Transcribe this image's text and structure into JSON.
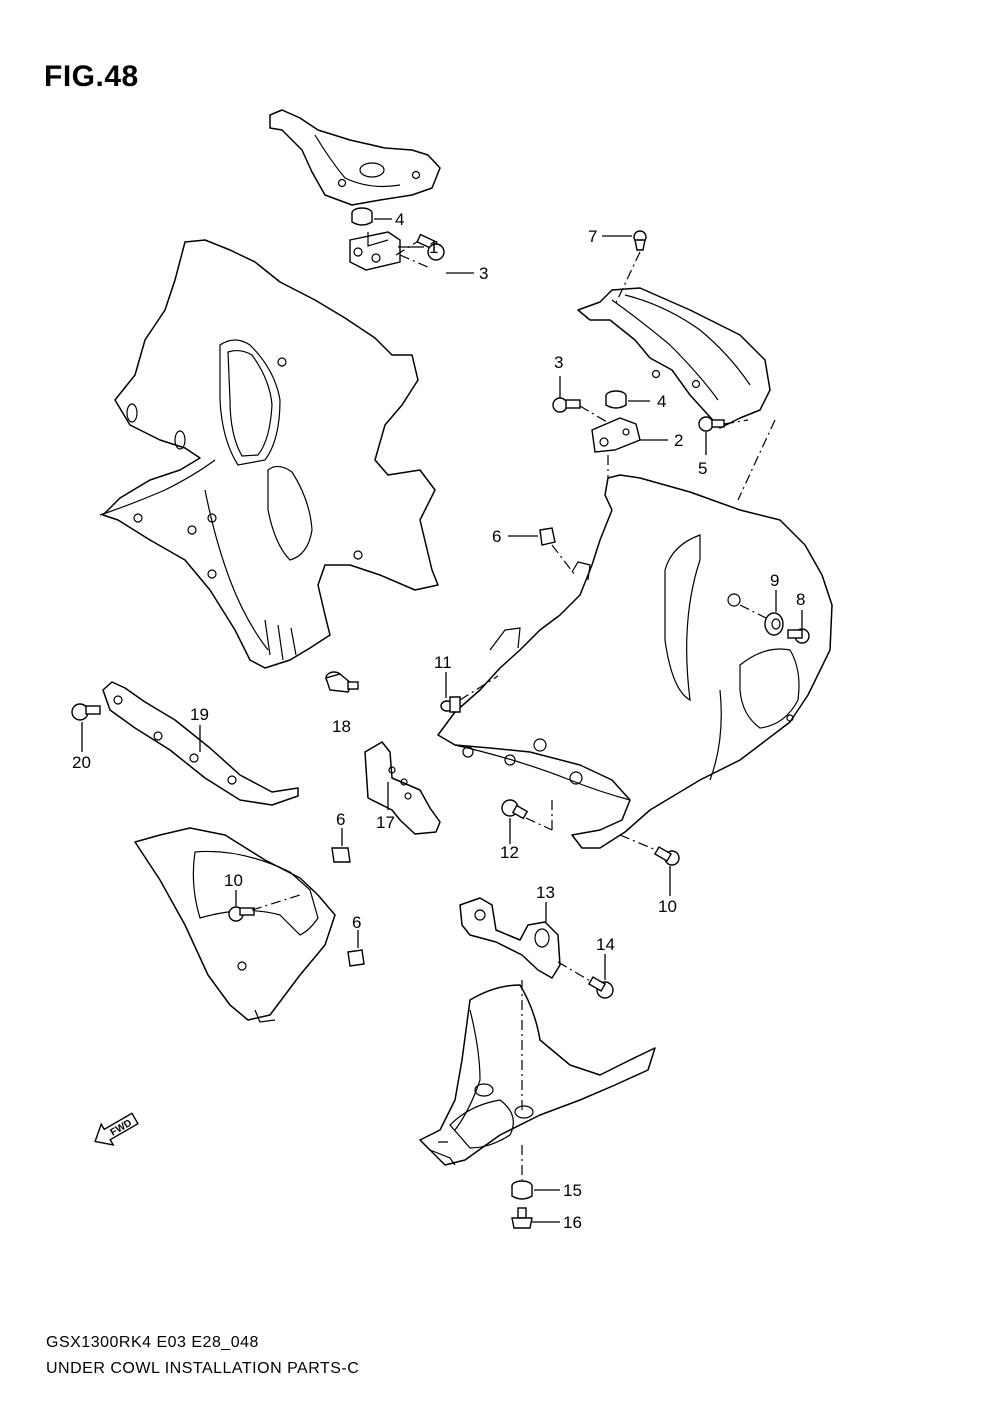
{
  "figure": {
    "title": "FIG.48",
    "code": "GSX1300RK4 E03 E28_048",
    "name": "UNDER COWL INSTALLATION PARTS-C",
    "fwd_label": "FWD"
  },
  "callouts": [
    {
      "id": "c1",
      "label": "1"
    },
    {
      "id": "c2",
      "label": "2"
    },
    {
      "id": "c3a",
      "label": "3"
    },
    {
      "id": "c3b",
      "label": "3"
    },
    {
      "id": "c4a",
      "label": "4"
    },
    {
      "id": "c4b",
      "label": "4"
    },
    {
      "id": "c5",
      "label": "5"
    },
    {
      "id": "c6a",
      "label": "6"
    },
    {
      "id": "c6b",
      "label": "6"
    },
    {
      "id": "c6c",
      "label": "6"
    },
    {
      "id": "c7",
      "label": "7"
    },
    {
      "id": "c8",
      "label": "8"
    },
    {
      "id": "c9",
      "label": "9"
    },
    {
      "id": "c10a",
      "label": "10"
    },
    {
      "id": "c10b",
      "label": "10"
    },
    {
      "id": "c11",
      "label": "11"
    },
    {
      "id": "c12",
      "label": "12"
    },
    {
      "id": "c13",
      "label": "13"
    },
    {
      "id": "c14",
      "label": "14"
    },
    {
      "id": "c15",
      "label": "15"
    },
    {
      "id": "c16",
      "label": "16"
    },
    {
      "id": "c17",
      "label": "17"
    },
    {
      "id": "c18",
      "label": "18"
    },
    {
      "id": "c19",
      "label": "19"
    },
    {
      "id": "c20",
      "label": "20"
    }
  ]
}
